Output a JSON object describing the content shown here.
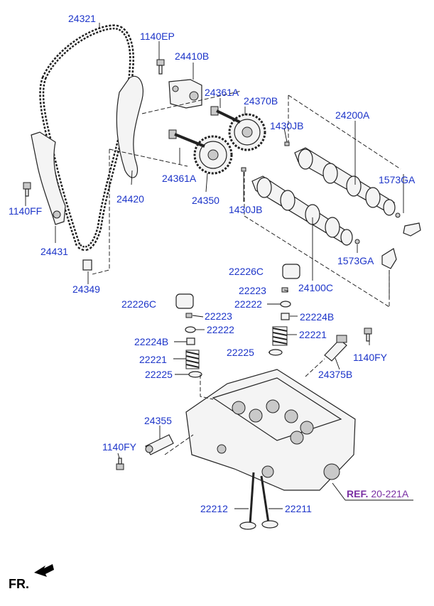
{
  "labels": {
    "p24321": "24321",
    "p1140EP": "1140EP",
    "p24410B": "24410B",
    "p24361A_top": "24361A",
    "p24370B": "24370B",
    "p24200A": "24200A",
    "p1430JB_top": "1430JB",
    "p24361A_mid": "24361A",
    "p24350": "24350",
    "p24420": "24420",
    "p1573GA_top": "1573GA",
    "p1140FF": "1140FF",
    "p1430JB_mid": "1430JB",
    "p24431": "24431",
    "p1573GA_bot": "1573GA",
    "p22226C_top": "22226C",
    "p24349": "24349",
    "p22223_top": "22223",
    "p24100C": "24100C",
    "p22226C_left": "22226C",
    "p22222_top": "22222",
    "p22223_left": "22223",
    "p22224B_right": "22224B",
    "p22222_left": "22222",
    "p22221_right": "22221",
    "p22224B_left": "22224B",
    "p22225_right": "22225",
    "p1140FY_right": "1140FY",
    "p22221_left": "22221",
    "p22225_left": "22225",
    "p24375B": "24375B",
    "p24355": "24355",
    "p1140FY_left": "1140FY",
    "p22212": "22212",
    "p22211": "22211"
  },
  "reference": {
    "prefix": "REF.",
    "number": "20-221A"
  },
  "orientation": {
    "label": "FR."
  },
  "colors": {
    "label": "#1d35c9",
    "reference": "#7a2fa3",
    "line": "#111111"
  }
}
